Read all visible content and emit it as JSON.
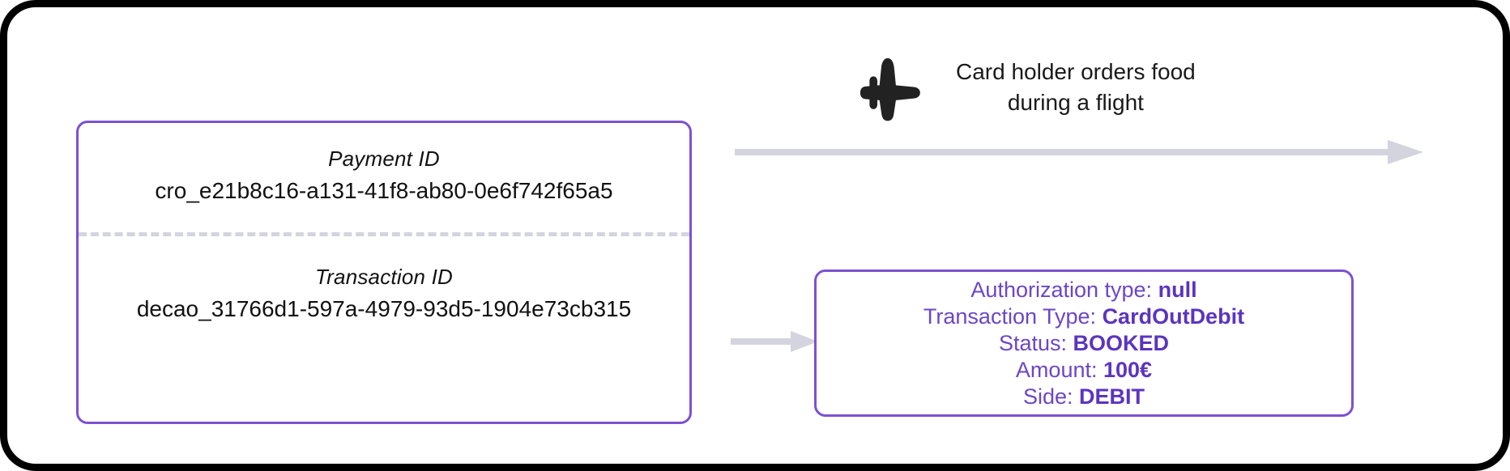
{
  "left_card": {
    "payment": {
      "label": "Payment ID",
      "value": "cro_e21b8c16-a131-41f8-ab80-0e6f742f65a5"
    },
    "transaction": {
      "label": "Transaction ID",
      "value": "decao_31766d1-597a-4979-93d5-1904e73cb315"
    }
  },
  "flight_note": {
    "icon": "airplane-icon",
    "caption": "Card holder orders food\nduring a flight"
  },
  "arrows": {
    "long_arrow_name": "flow-arrow-long",
    "short_arrow_name": "flow-arrow-short",
    "color": "#d3d4de"
  },
  "detail_box": {
    "lines": [
      {
        "label": "Authorization type:",
        "value": "null"
      },
      {
        "label": "Transaction Type:",
        "value": "CardOutDebit"
      },
      {
        "label": "Status:",
        "value": "BOOKED"
      },
      {
        "label": "Amount:",
        "value": "100€"
      },
      {
        "label": "Side:",
        "value": "DEBIT"
      }
    ]
  },
  "colors": {
    "accent_purple": "#7B52D1",
    "text_purple": "#6B46C8",
    "value_purple": "#5B34C0",
    "divider_gray": "#d3d4de",
    "frame_black": "#000000"
  }
}
